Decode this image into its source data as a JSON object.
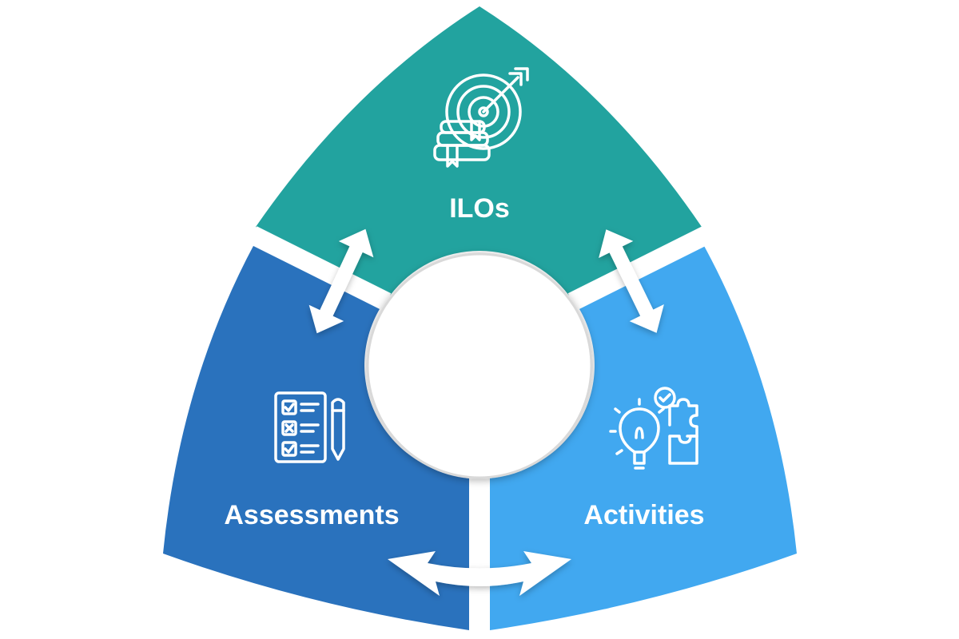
{
  "diagram": {
    "segments": [
      {
        "id": "ilos",
        "label": "ILOs",
        "color": "#22a39f",
        "icon": "target-arrow-books-icon"
      },
      {
        "id": "assessments",
        "label": "Assessments",
        "color": "#2a72bd",
        "icon": "checklist-pencil-icon"
      },
      {
        "id": "activities",
        "label": "Activities",
        "color": "#41a8f0",
        "icon": "lightbulb-puzzle-icon"
      }
    ],
    "connectors": [
      {
        "between": [
          "ilos",
          "assessments"
        ],
        "style": "double-arrow"
      },
      {
        "between": [
          "ilos",
          "activities"
        ],
        "style": "double-arrow"
      },
      {
        "between": [
          "assessments",
          "activities"
        ],
        "style": "double-arrow"
      }
    ],
    "colors": {
      "arrow_fill": "#ffffff",
      "divider": "#ffffff",
      "center_fill": "#ffffff"
    }
  }
}
